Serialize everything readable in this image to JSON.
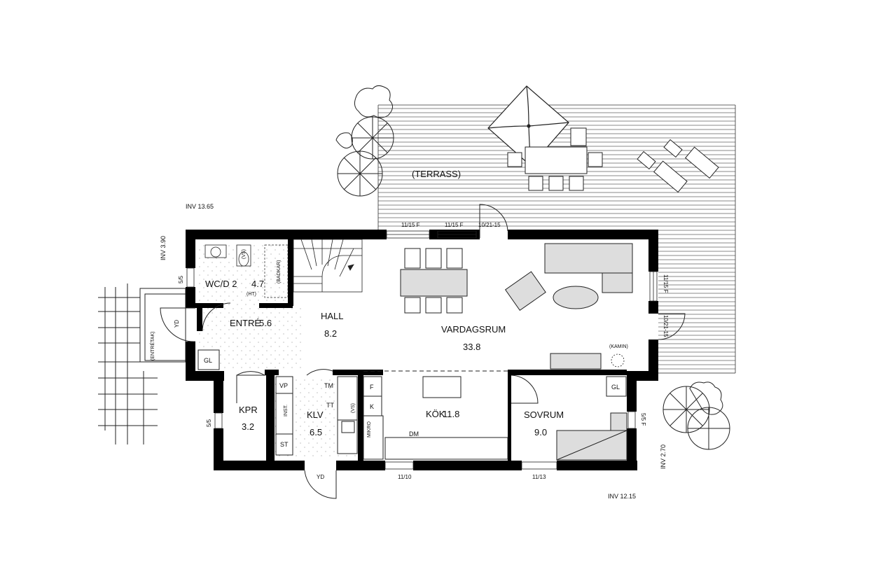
{
  "rooms": {
    "wc_name": "WC/D 2",
    "wc_area": "4.7",
    "entre_name": "ENTRÉ",
    "entre_area": "5.6",
    "hall_name": "HALL",
    "hall_area": "8.2",
    "vardagsrum_name": "VARDAGSRUM",
    "vardagsrum_area": "33.8",
    "kok_name": "KÖK",
    "kok_area": "11.8",
    "sovrum_name": "SOVRUM",
    "sovrum_area": "9.0",
    "kpr_name": "KPR",
    "kpr_area": "3.2",
    "klv_name": "KLV",
    "klv_area": "6.5",
    "terrass": "(TERRASS)"
  },
  "dimensions": {
    "inv_top": "INV 13.65",
    "inv_left": "INV 3.90",
    "inv_right": "INV 2.70",
    "inv_bottom": "INV 12.15"
  },
  "labels": {
    "gl": "GL",
    "yd": "YD",
    "vp": "VP",
    "st": "ST",
    "tm": "TM",
    "tt": "TT",
    "vs": "(VS)",
    "inst": "INST.",
    "f": "F",
    "k": "K",
    "mikro": "MIKRO",
    "dm": "DM",
    "ht": "(HT)",
    "badkar": "(BADKAR)",
    "kamin": "(KAMIN)",
    "entretak": "(ENTRÉTAK)"
  },
  "windows": {
    "w1": "11/15 F",
    "w2": "11/15 F",
    "door_terrace": "10/21-15",
    "w_right": "11/15 F",
    "door_right": "10/21-15",
    "w_wc": "5/5",
    "w_kpr": "5/5",
    "w_sov": "5/5 F",
    "w_kok": "11/10",
    "w_sov_bottom": "11/13"
  }
}
